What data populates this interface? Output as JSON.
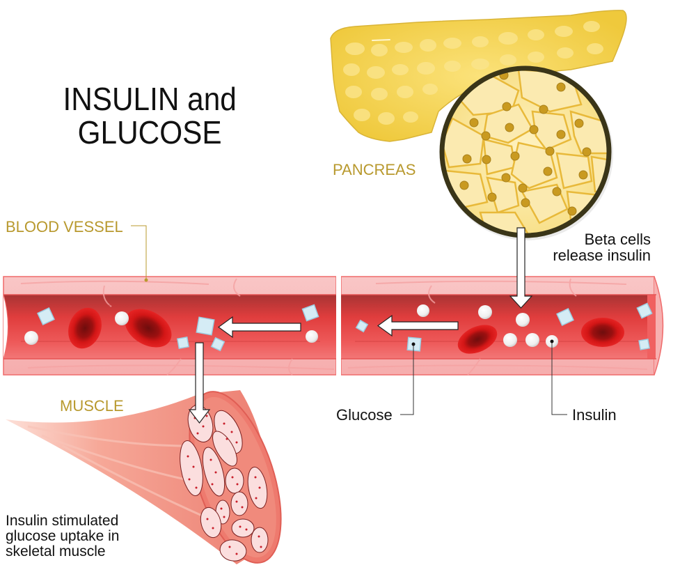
{
  "title": {
    "line1": "INSULIN and",
    "line2": "GLUCOSE"
  },
  "labels": {
    "pancreas": "PANCREAS",
    "blood_vessel": "BLOOD VESSEL",
    "muscle": "MUSCLE",
    "beta_cells_line1": "Beta cells",
    "beta_cells_line2": "release insulin",
    "glucose": "Glucose",
    "insulin": "Insulin",
    "uptake_line1": "Insulin stimulated",
    "uptake_line2": "glucose uptake in",
    "uptake_line3": "skeletal muscle"
  },
  "colors": {
    "gold_label": "#b8992e",
    "pancreas_yellow": "#f2d14a",
    "cell_nucleus": "#c9a02a",
    "magnifier_ring": "#3a3518",
    "vessel_wall": "#f6b3b3",
    "vessel_lumen": "#e24a4a",
    "red_blood_cell": "#d8121c",
    "insulin_particle": "#f4f4f4",
    "glucose_cube": "#bfe3f2",
    "muscle": "#ef8d80"
  }
}
